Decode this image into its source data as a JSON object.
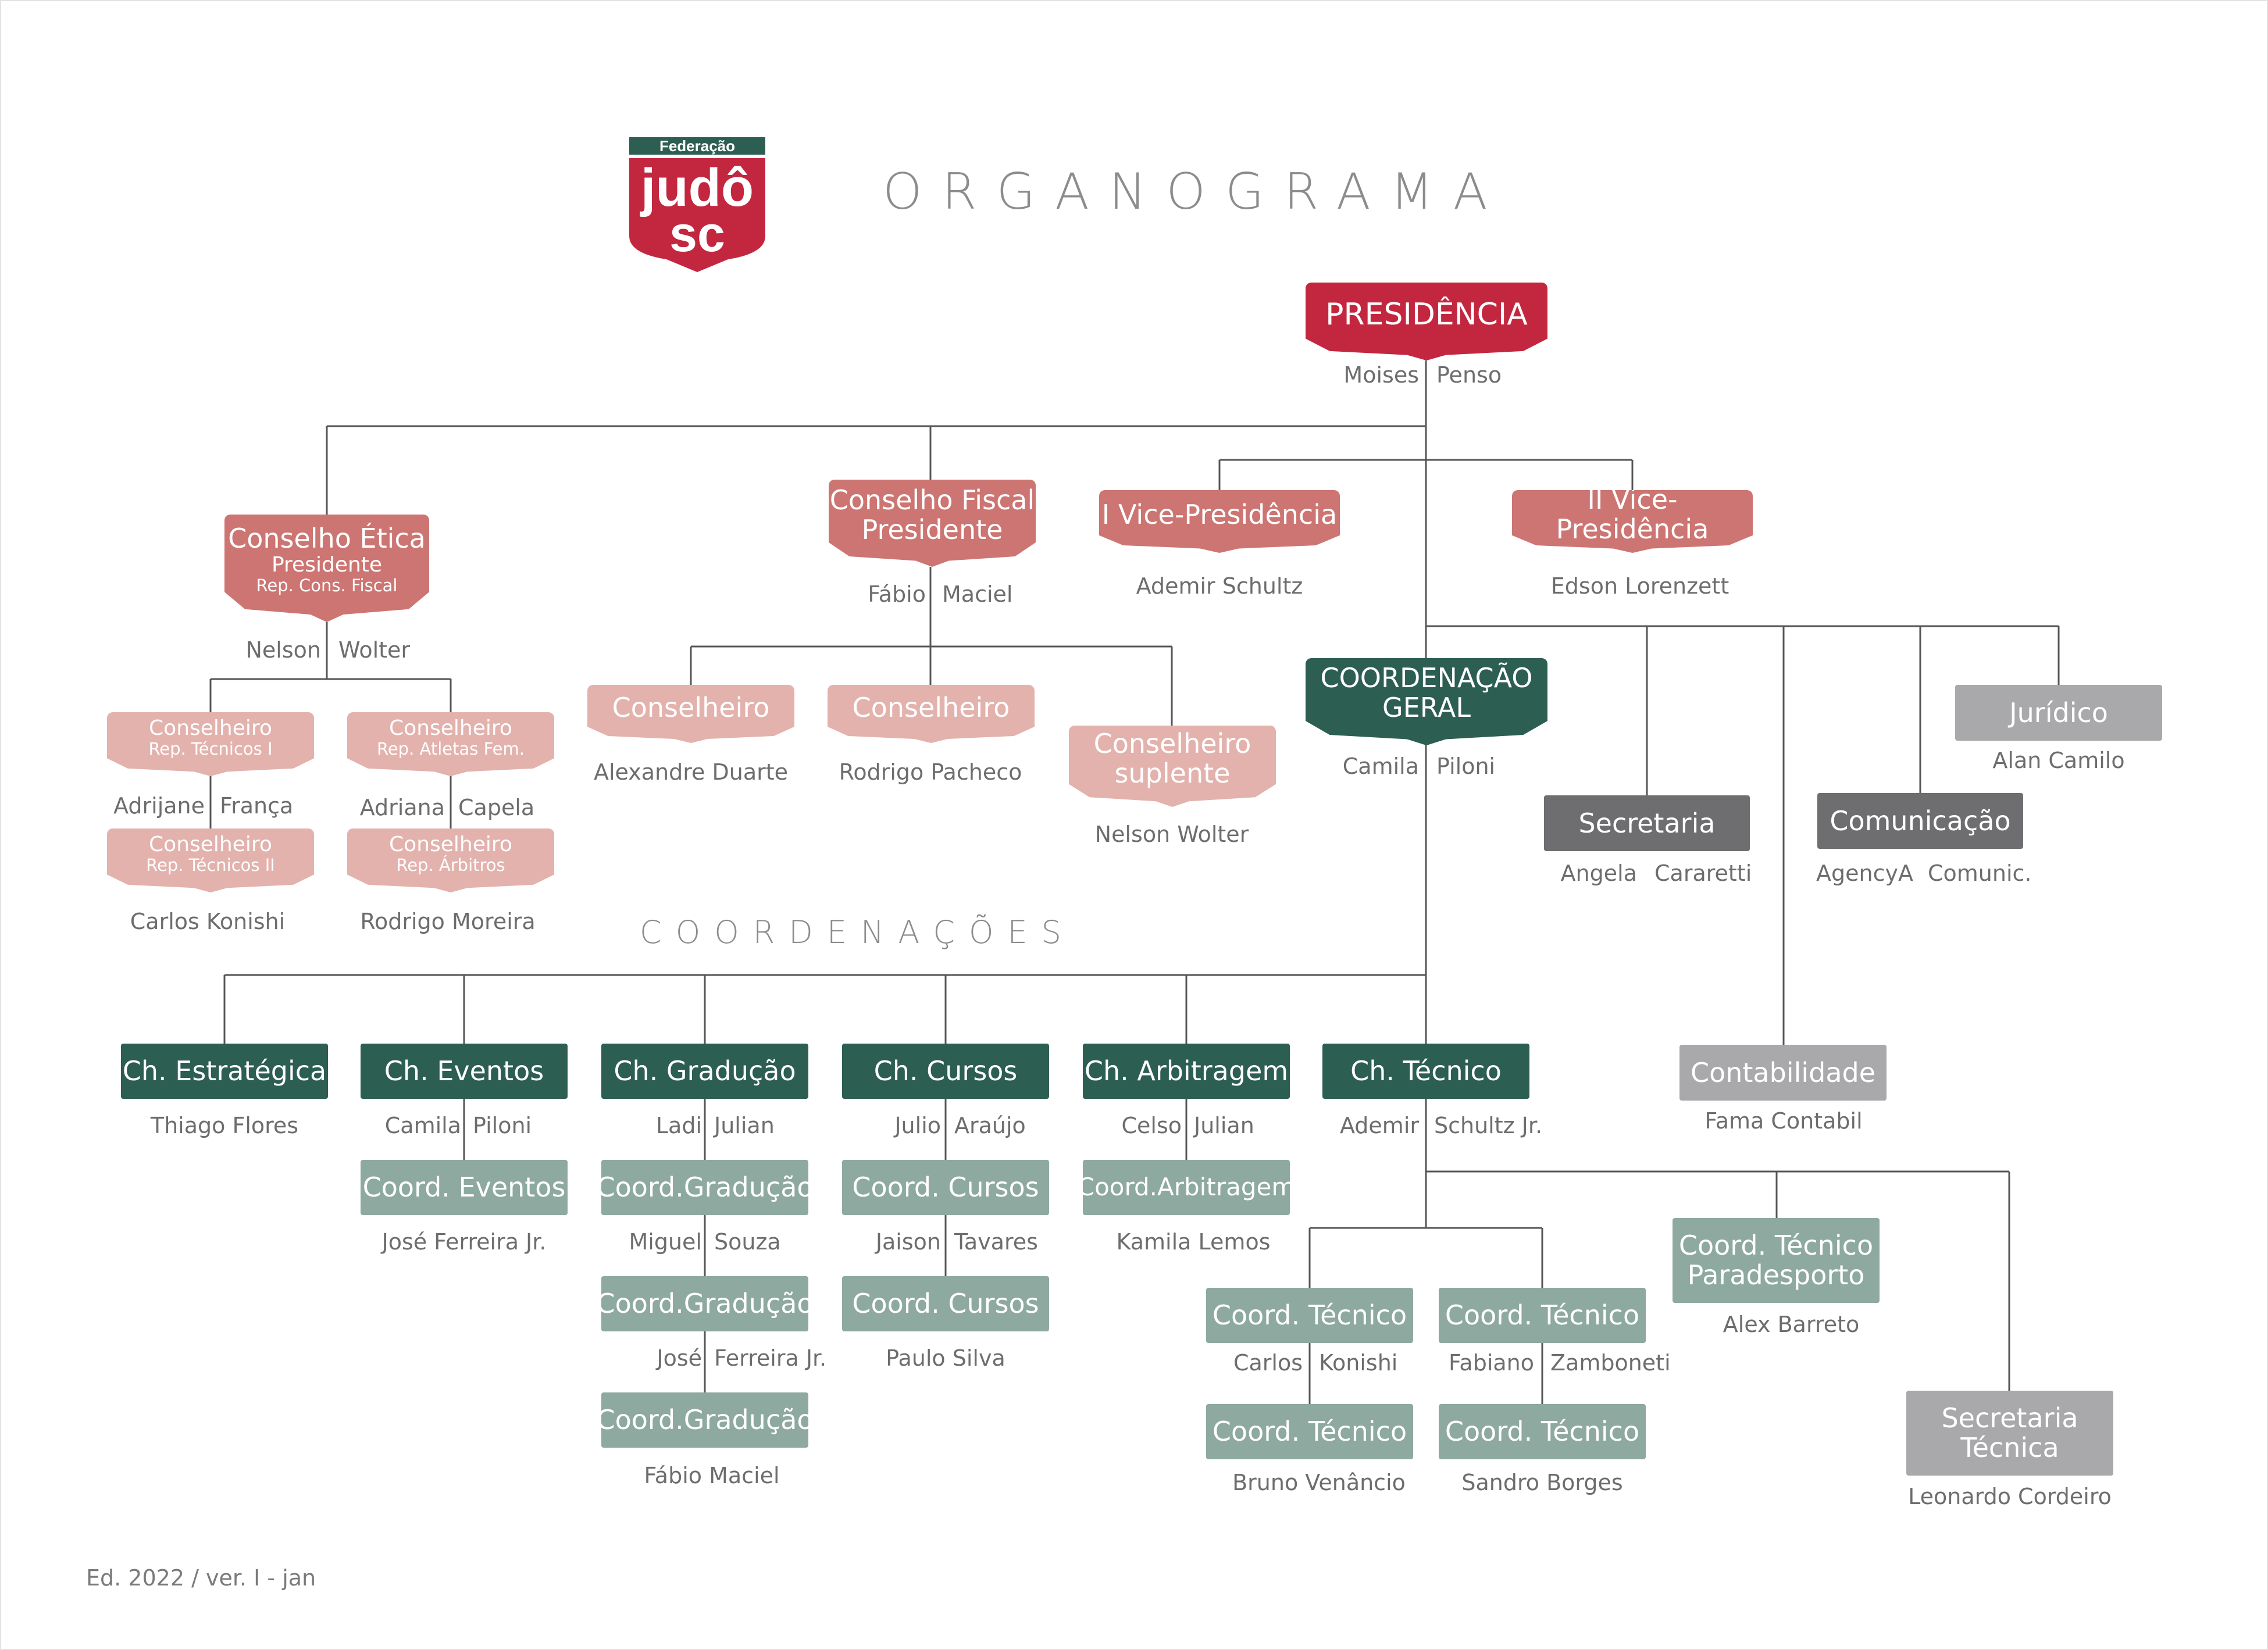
{
  "title": "ORGANOGRAMA",
  "logo": {
    "small_text": "Federação",
    "big_text": "judô",
    "sub_text": "sc",
    "colors": {
      "red": "#c3273f",
      "green": "#2c5e52"
    }
  },
  "section_title": "COORDENAÇÕES",
  "edition": "Ed. 2022 / ver. I - jan",
  "colors": {
    "presidencia": "#c3273f",
    "conselho": "#cd7572",
    "conselheiro": "#e3b2ad",
    "chefia": "#2c5e52",
    "coordenacao": "#8ea9a0",
    "staff_dark": "#6e6e70",
    "staff_light": "#a9a9ab",
    "lines": "#555555"
  },
  "boxes": {
    "presidencia": {
      "label": "PRESIDÊNCIA",
      "name_first": "Moises",
      "name_last": "Penso"
    },
    "conselho_etica": {
      "label": "Conselho Ética",
      "sub1": "Presidente",
      "sub2": "Rep. Cons. Fiscal",
      "name_first": "Nelson",
      "name_last": "Wolter"
    },
    "conselheiro_tec1": {
      "label": "Conselheiro",
      "sub": "Rep. Técnicos I",
      "name_first": "Adrijane",
      "name_last": "França"
    },
    "conselheiro_atl": {
      "label": "Conselheiro",
      "sub": "Rep. Atletas Fem.",
      "name_first": "Adriana",
      "name_last": "Capela"
    },
    "conselheiro_tec2": {
      "label": "Conselheiro",
      "sub": "Rep. Técnicos II",
      "name": "Carlos Konishi"
    },
    "conselheiro_arb": {
      "label": "Conselheiro",
      "sub": "Rep. Árbitros",
      "name": "Rodrigo Moreira"
    },
    "conselho_fiscal": {
      "label1": "Conselho Fiscal",
      "label2": "Presidente",
      "name_first": "Fábio",
      "name_last": "Maciel"
    },
    "cf_conselheiro1": {
      "label": "Conselheiro",
      "name": "Alexandre Duarte"
    },
    "cf_conselheiro2": {
      "label": "Conselheiro",
      "name": "Rodrigo Pacheco"
    },
    "cf_suplente": {
      "label1": "Conselheiro",
      "label2": "suplente",
      "name": "Nelson Wolter"
    },
    "vice1": {
      "label": "I Vice-Presidência",
      "name": "Ademir Schultz"
    },
    "vice2": {
      "label": "II Vice-Presidência",
      "name": "Edson Lorenzett"
    },
    "coord_geral": {
      "label1": "COORDENAÇÃO",
      "label2": "GERAL",
      "name_first": "Camila",
      "name_last": "Piloni"
    },
    "secretaria": {
      "label": "Secretaria",
      "name_first": "Angela",
      "name_last": "Cararetti"
    },
    "comunicacao": {
      "label": "Comunicação",
      "name_first": "AgencyA",
      "name_last": "Comunic."
    },
    "juridico": {
      "label": "Jurídico",
      "name": "Alan Camilo"
    },
    "contabilidade": {
      "label": "Contabilidade",
      "name": "Fama Contabil"
    },
    "ch_estrategica": {
      "label": "Ch. Estratégica",
      "name": "Thiago Flores"
    },
    "ch_eventos": {
      "label": "Ch. Eventos",
      "name_first": "Camila",
      "name_last": "Piloni"
    },
    "coord_eventos": {
      "label": "Coord. Eventos",
      "name": "José Ferreira Jr."
    },
    "ch_graducao": {
      "label": "Ch. Gradução",
      "name_first": "Ladi",
      "name_last": "Julian"
    },
    "coord_grad1": {
      "label": "Coord.Gradução",
      "name_first": "Miguel",
      "name_last": "Souza"
    },
    "coord_grad2": {
      "label": "Coord.Gradução",
      "name_first": "José",
      "name_last": "Ferreira Jr."
    },
    "coord_grad3": {
      "label": "Coord.Gradução",
      "name": "Fábio Maciel"
    },
    "ch_cursos": {
      "label": "Ch. Cursos",
      "name_first": "Julio",
      "name_last": "Araújo"
    },
    "coord_cursos1": {
      "label": "Coord. Cursos",
      "name_first": "Jaison",
      "name_last": "Tavares"
    },
    "coord_cursos2": {
      "label": "Coord. Cursos",
      "name": "Paulo Silva"
    },
    "ch_arbitragem": {
      "label": "Ch. Arbitragem",
      "name_first": "Celso",
      "name_last": "Julian"
    },
    "coord_arbitragem": {
      "label": "Coord.Arbitragem",
      "name": "Kamila Lemos"
    },
    "ch_tecnico": {
      "label": "Ch. Técnico",
      "name_first": "Ademir",
      "name_last": "Schultz Jr."
    },
    "coord_tec1": {
      "label": "Coord. Técnico",
      "name_first": "Carlos",
      "name_last": "Konishi"
    },
    "coord_tec2": {
      "label": "Coord. Técnico",
      "name": "Bruno Venâncio"
    },
    "coord_tec3": {
      "label": "Coord. Técnico",
      "name_first": "Fabiano",
      "name_last": "Zamboneti"
    },
    "coord_tec4": {
      "label": "Coord. Técnico",
      "name": "Sandro Borges"
    },
    "coord_paradesporto": {
      "label1": "Coord. Técnico",
      "label2": "Paradesporto",
      "name": "Alex Barreto"
    },
    "secretaria_tecnica": {
      "label1": "Secretaria",
      "label2": "Técnica",
      "name": "Leonardo Cordeiro"
    }
  }
}
